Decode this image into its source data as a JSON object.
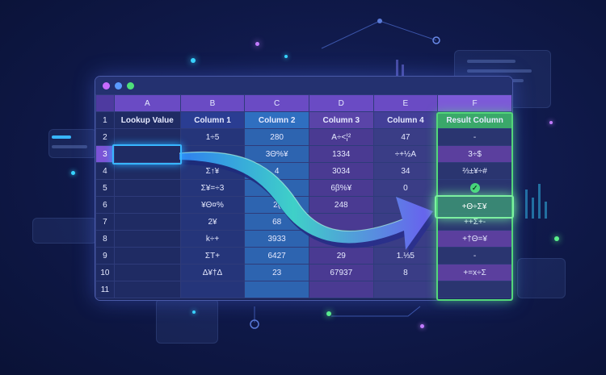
{
  "columns": [
    "A",
    "B",
    "C",
    "D",
    "E",
    "F"
  ],
  "headers": {
    "lookup": "Lookup Value",
    "col1": "Column 1",
    "col2": "Column 2",
    "col3": "Column 3",
    "col4": "Column 4",
    "result": "Result Column"
  },
  "rows": [
    {
      "n": "1"
    },
    {
      "n": "2",
      "b": "1÷5",
      "c": "280",
      "d": "A÷<¦²",
      "e": "47",
      "f": "-"
    },
    {
      "n": "3",
      "b": "",
      "c": "3Θ%¥",
      "d": "1334",
      "e": "÷+½A",
      "f": "3÷$"
    },
    {
      "n": "4",
      "b": "Σ↑¥",
      "c": "4",
      "d": "3034",
      "e": "34",
      "f": "⅔±¥÷#"
    },
    {
      "n": "5",
      "b": "Σ¥=÷3",
      "c": "",
      "d": "6β%¥",
      "e": "0",
      "f": "✓"
    },
    {
      "n": "6",
      "b": "¥Θ¤%",
      "c": "2(",
      "d": "248",
      "e": "",
      "f": "+Θ÷Σ¥"
    },
    {
      "n": "7",
      "b": "2¥",
      "c": "68",
      "d": "",
      "e": "",
      "f": "++Σ+-"
    },
    {
      "n": "8",
      "b": "k÷+",
      "c": "3933",
      "d": "",
      "e": "",
      "f": "+†Θ=¥"
    },
    {
      "n": "9",
      "b": "ΣT+",
      "c": "6427",
      "d": "29",
      "e": "1.⅓5",
      "f": "-"
    },
    {
      "n": "10",
      "b": "Δ¥†Δ",
      "c": "23",
      "d": "67937",
      "e": "8",
      "f": "+=x÷Σ"
    },
    {
      "n": "11"
    }
  ],
  "colors": {
    "accent_blue": "#38b6ff",
    "accent_green": "#53d67a",
    "header_purple": "#6a4bc4"
  }
}
